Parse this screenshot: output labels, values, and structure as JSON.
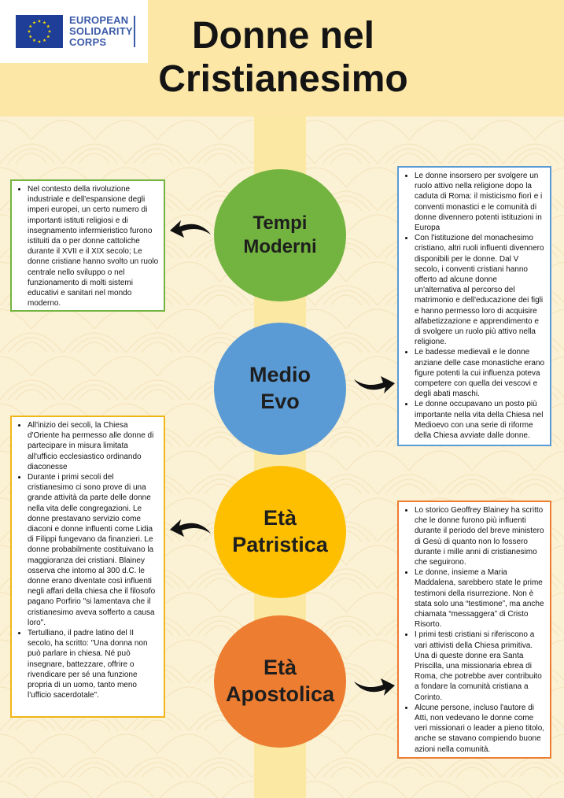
{
  "logo": {
    "line1": "EUROPEAN",
    "line2": "SOLIDARITY",
    "line3": "CORPS",
    "flag_color": "#1f3e97",
    "text_color": "#3b5aa8"
  },
  "title": {
    "line1": "Donne nel",
    "line2": "Cristianesimo"
  },
  "periods": [
    {
      "line1": "Tempi",
      "line2": "Moderni",
      "color": "#72b43f",
      "bullets": [
        "Nel contesto della rivoluzione industriale e dell'espansione degli imperi europei, un certo numero di importanti istituti religiosi e di insegnamento infermieristico furono istituiti da o per donne cattoliche durante il XVII e il XIX secolo; Le donne cristiane hanno svolto un ruolo centrale nello sviluppo o nel funzionamento di molti sistemi educativi e sanitari nel mondo moderno."
      ]
    },
    {
      "line1": "Medio",
      "line2": "Evo",
      "color": "#5b9bd5",
      "bullets": [
        "Le donne insorsero per svolgere un ruolo attivo nella religione dopo la caduta di Roma: il misticismo fiorì e i conventi monastici e le comunità di donne divennero potenti istituzioni in Europa",
        "Con l'istituzione del monachesimo cristiano, altri ruoli influenti divennero disponibili per le donne. Dal V secolo, i conventi cristiani hanno offerto ad alcune donne un'alternativa al percorso del matrimonio e dell'educazione dei figli e hanno permesso loro di acquisire alfabetizzazione e apprendimento e di svolgere un ruolo più attivo nella religione.",
        "Le badesse medievali e le donne anziane delle case monastiche erano figure potenti la cui influenza poteva competere con quella dei vescovi e degli abati maschi.",
        "Le donne occupavano un posto più importante nella vita della Chiesa nel Medioevo con una serie di riforme della Chiesa avviate dalle donne."
      ]
    },
    {
      "line1": "Età",
      "line2": "Patristica",
      "color": "#fdbf00",
      "bullets": [
        "All'inizio dei secoli, la Chiesa d'Oriente ha permesso alle donne di partecipare in misura limitata all'ufficio ecclesiastico ordinando diaconesse",
        "Durante i primi secoli del cristianesimo ci sono prove di una grande attività da parte delle donne nella vita delle congregazioni. Le donne prestavano servizio come diaconi e donne influenti come Lidia di Filippi fungevano da finanzieri. Le donne probabilmente costituivano la maggioranza dei cristiani. Blainey osserva che intorno al 300 d.C. le donne erano diventate così influenti negli affari della chiesa che il filosofo pagano Porfirio \"si lamentava che il cristianesimo aveva sofferto a causa loro\".",
        "Tertulliano, il padre latino del II secolo, ha scritto: \"Una donna non può parlare in chiesa. Né può insegnare, battezzare, offrire o rivendicare per sé una funzione propria di un uomo, tanto meno l'ufficio sacerdotale\"."
      ]
    },
    {
      "line1": "Età",
      "line2": "Apostolica",
      "color": "#ed7d31",
      "bullets": [
        "Lo storico Geoffrey Blainey ha scritto che le donne furono più influenti durante il periodo del breve ministero di Gesù di quanto non lo fossero durante i mille anni di cristianesimo che seguirono.",
        "Le donne, insieme a Maria Maddalena, sarebbero state le prime testimoni della risurrezione. Non è stata solo una “testimone”, ma anche chiamata “messaggera” di Cristo Risorto.",
        "I primi testi cristiani si riferiscono a vari attivisti della Chiesa primitiva. Una di queste donne era Santa Priscilla, una missionaria ebrea di Roma, che potrebbe aver contribuito a fondare la comunità cristiana a Corinto.",
        "Alcune persone, incluso l'autore di Atti, non vedevano le donne come veri missionari o leader a pieno titolo, anche se stavano compiendo buone azioni nella comunità."
      ]
    }
  ]
}
